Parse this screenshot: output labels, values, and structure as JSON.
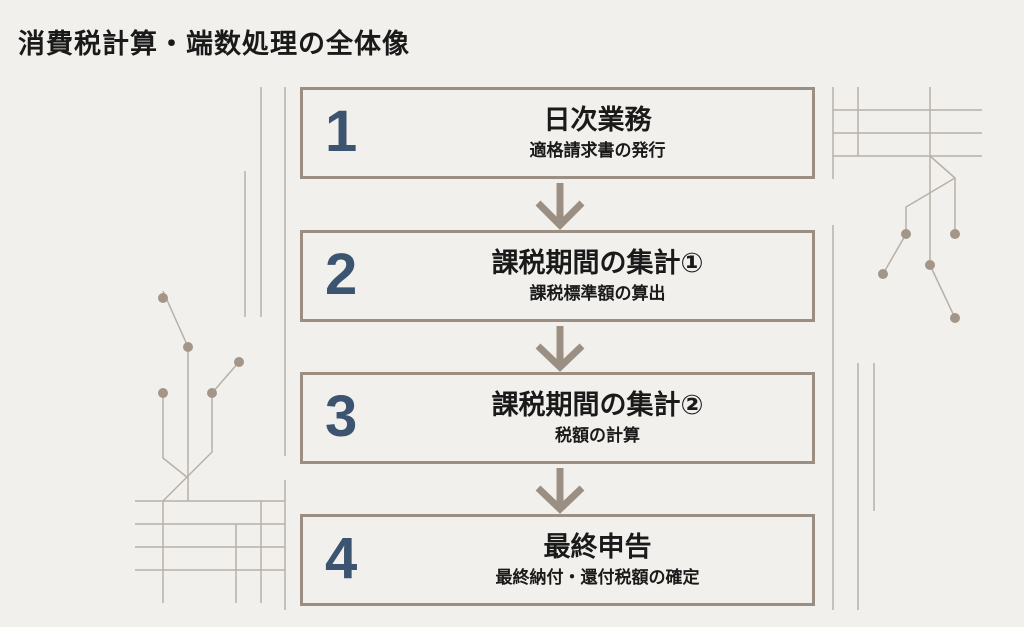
{
  "title": "消費税計算・端数処理の全体像",
  "steps": [
    {
      "number": "1",
      "heading": "日次業務",
      "sub": "適格請求書の発行"
    },
    {
      "number": "2",
      "heading": "課税期間の集計①",
      "sub": "課税標準額の算出"
    },
    {
      "number": "3",
      "heading": "課税期間の集計②",
      "sub": "税額の計算"
    },
    {
      "number": "4",
      "heading": "最終申告",
      "sub": "最終納付・還付税額の確定"
    }
  ],
  "colors": {
    "number": "#3d5470",
    "border": "#9a8f82",
    "deco": "#b3aaa0",
    "background": "#f1f0ec"
  }
}
